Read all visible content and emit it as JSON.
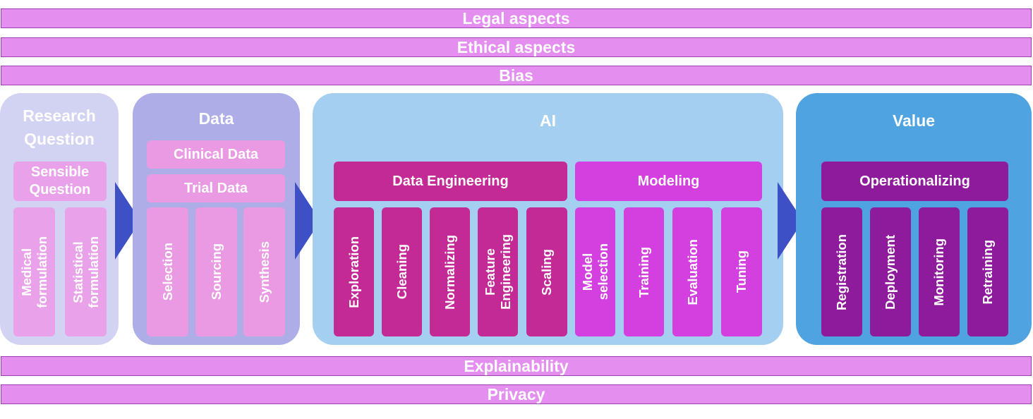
{
  "bands": {
    "legal": "Legal aspects",
    "ethical": "Ethical aspects",
    "bias": "Bias",
    "explainability": "Explainability",
    "privacy": "Privacy"
  },
  "research": {
    "title": "Research Question",
    "sensible": "Sensible Question",
    "items": [
      "Medical formulation",
      "Statistical formulation"
    ]
  },
  "data": {
    "title": "Data",
    "sources": [
      "Clinical Data",
      "Trial Data"
    ],
    "items": [
      "Selection",
      "Sourcing",
      "Synthesis"
    ]
  },
  "ai": {
    "title": "AI",
    "data_engineering": {
      "label": "Data Engineering",
      "items": [
        "Exploration",
        "Cleaning",
        "Normalizing",
        "Feature Engineering",
        "Scaling"
      ]
    },
    "modeling": {
      "label": "Modeling",
      "items": [
        "Model selection",
        "Training",
        "Evaluation",
        "Tuning"
      ]
    }
  },
  "value": {
    "title": "Value",
    "operationalizing": {
      "label": "Operationalizing",
      "items": [
        "Registration",
        "Deployment",
        "Monitoring",
        "Retraining"
      ]
    }
  },
  "colors": {
    "band": "#e48ef0",
    "band_border": "#9a3fae",
    "research_panel": "#d2d3f2",
    "research_box": "#e9a2ea",
    "data_panel": "#adaee8",
    "data_box": "#ea9ae2",
    "ai_panel": "#a4cff0",
    "data_engineering": "#c42a96",
    "modeling": "#d43fe0",
    "value_panel": "#4ea3e0",
    "operationalizing": "#8e1a9c",
    "arrow": "#3e50c6"
  }
}
